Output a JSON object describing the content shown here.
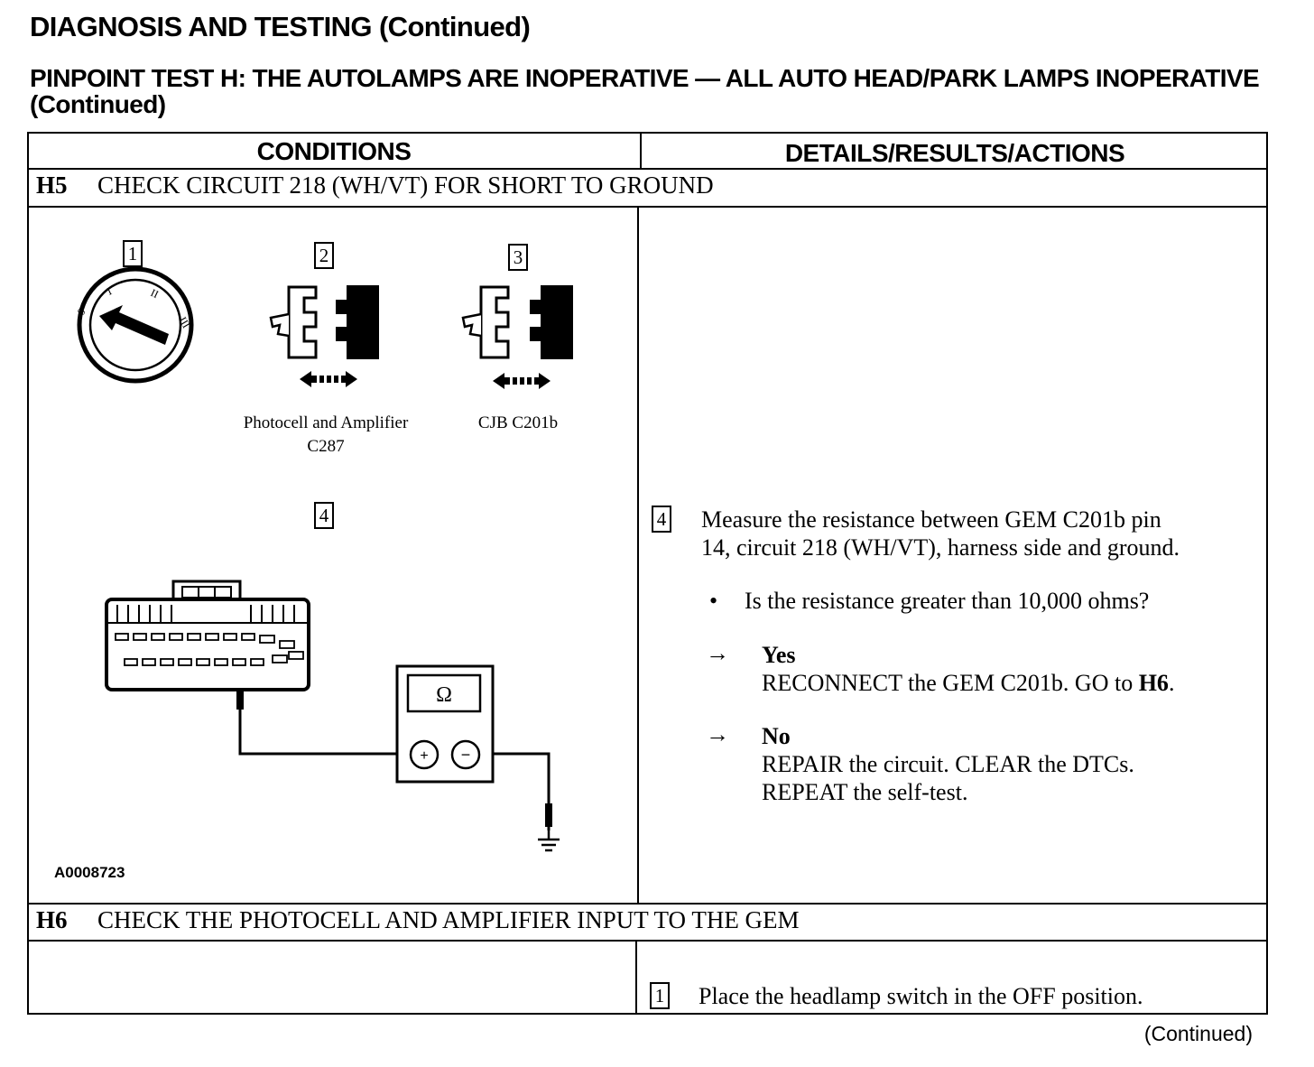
{
  "header": {
    "title": "DIAGNOSIS AND TESTING (Continued)",
    "test_title": "PINPOINT TEST H:  THE AUTOLAMPS ARE INOPERATIVE — ALL AUTO HEAD/PARK LAMPS INOPERATIVE (Continued)"
  },
  "table": {
    "col_conditions": "CONDITIONS",
    "col_details": "DETAILS/RESULTS/ACTIONS"
  },
  "steps": [
    {
      "id": "H5",
      "title": "CHECK CIRCUIT 218 (WH/VT) FOR SHORT TO GROUND",
      "figure": {
        "callouts": [
          "1",
          "2",
          "3",
          "4"
        ],
        "switch_marks": [
          "0",
          "I",
          "II",
          "III"
        ],
        "connector_2_label_line1": "Photocell and Amplifier",
        "connector_2_label_line2": "C287",
        "connector_3_label": "CJB C201b",
        "meter_symbol": "Ω",
        "plus": "+",
        "minus": "−",
        "figure_id": "A0008723"
      },
      "details": {
        "num": "4",
        "instruction_line1": "Measure the resistance between GEM C201b pin",
        "instruction_line2": "14, circuit 218 (WH/VT), harness side and ground.",
        "bullet": "•",
        "question": "Is the resistance greater than 10,000 ohms?",
        "arrow": "→",
        "yes_label": "Yes",
        "yes_action": "RECONNECT the GEM C201b. GO to ",
        "yes_goto": "H6",
        "yes_period": ".",
        "no_label": "No",
        "no_action_line1": "REPAIR the circuit. CLEAR the DTCs.",
        "no_action_line2": "REPEAT the self-test."
      }
    },
    {
      "id": "H6",
      "title": "CHECK THE PHOTOCELL AND AMPLIFIER INPUT TO THE GEM",
      "details": {
        "num": "1",
        "instruction": "Place the headlamp switch in the OFF position."
      }
    }
  ],
  "footer": {
    "continued": "(Continued)"
  }
}
